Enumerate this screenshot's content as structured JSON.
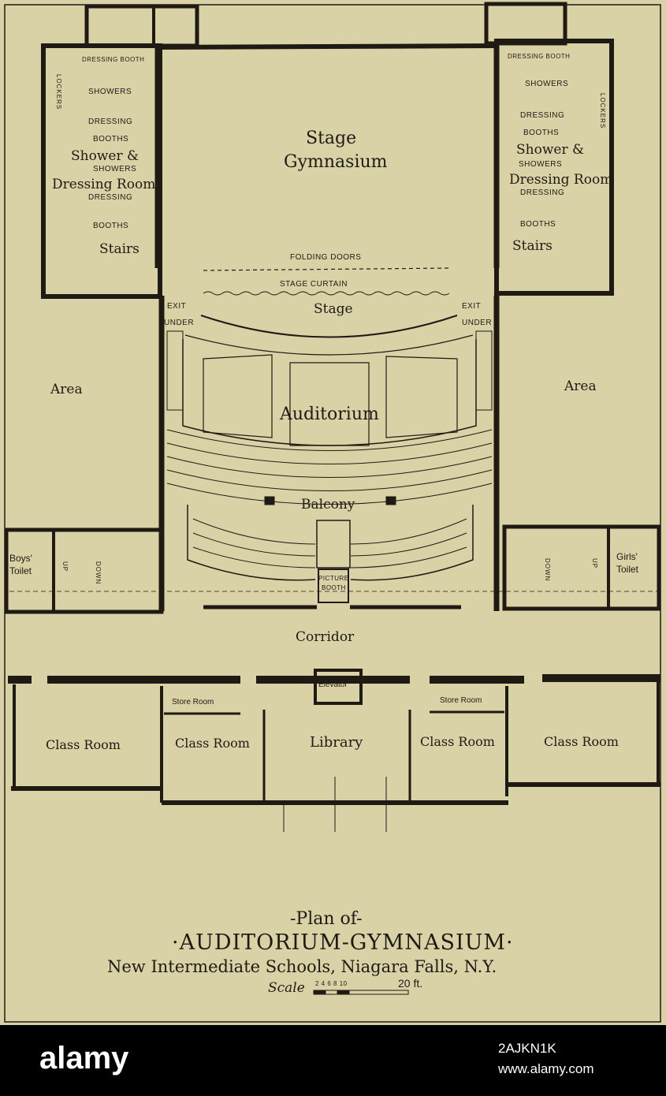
{
  "labels": {
    "stage_gym_line1": "Stage",
    "stage_gym_line2": "Gymnasium",
    "folding_doors": "FOLDING DOORS",
    "stage_curtain": "STAGE CURTAIN",
    "stage": "Stage",
    "exit_left_1": "EXIT",
    "exit_left_2": "UNDER",
    "exit_right_1": "EXIT",
    "exit_right_2": "UNDER",
    "area_left": "Area",
    "area_right": "Area",
    "auditorium": "Auditorium",
    "balcony": "Balcony",
    "picture_booth_1": "PICTURE",
    "picture_booth_2": "BOOTH",
    "corridor": "Corridor",
    "elevator": "Elevator",
    "store_room_left": "Store Room",
    "store_room_right": "Store Room",
    "class_room_1": "Class Room",
    "class_room_2": "Class Room",
    "library": "Library",
    "class_room_3": "Class Room",
    "class_room_4": "Class Room",
    "boys_toilet_1": "Boys'",
    "boys_toilet_2": "Toilet",
    "girls_toilet_1": "Girls'",
    "girls_toilet_2": "Toilet",
    "left_dressing_booth": "DRESSING BOOTH",
    "left_showers": "SHOWERS",
    "left_dressing": "DRESSING",
    "left_booths": "BOOTHS",
    "left_shower_1": "Shower &",
    "left_showers_2": "SHOWERS",
    "left_dressing_room": "Dressing Room",
    "left_dressing_2": "DRESSING",
    "left_booths_2": "BOOTHS",
    "left_stairs": "Stairs",
    "left_lockers": "LOCKERS",
    "right_dressing_booth": "DRESSING BOOTH",
    "right_showers": "SHOWERS",
    "right_dressing": "DRESSING",
    "right_booths": "BOOTHS",
    "right_shower_1": "Shower &",
    "right_showers_2": "SHOWERS",
    "right_dressing_room": "Dressing Room",
    "right_dressing_2": "DRESSING",
    "right_booths_2": "BOOTHS",
    "right_stairs": "Stairs",
    "right_lockers": "LOCKERS",
    "stair_up": "UP",
    "stair_down": "DOWN"
  },
  "title": {
    "line1": "-Plan of-",
    "line2": "·AUDITORIUM-GYMNASIUM·",
    "line3": "New Intermediate Schools, Niagara Falls, N.Y.",
    "scale_word": "Scale",
    "scale_ticks": "2 4 6 8 10",
    "scale_end": "20 ft."
  },
  "footer": {
    "brand": "alamy",
    "url": "www.alamy.com",
    "image_id": "2AJKN1K"
  },
  "colors": {
    "paper": "#d9d2a6",
    "ink": "#1f1a14",
    "footer_bg": "#000000"
  }
}
